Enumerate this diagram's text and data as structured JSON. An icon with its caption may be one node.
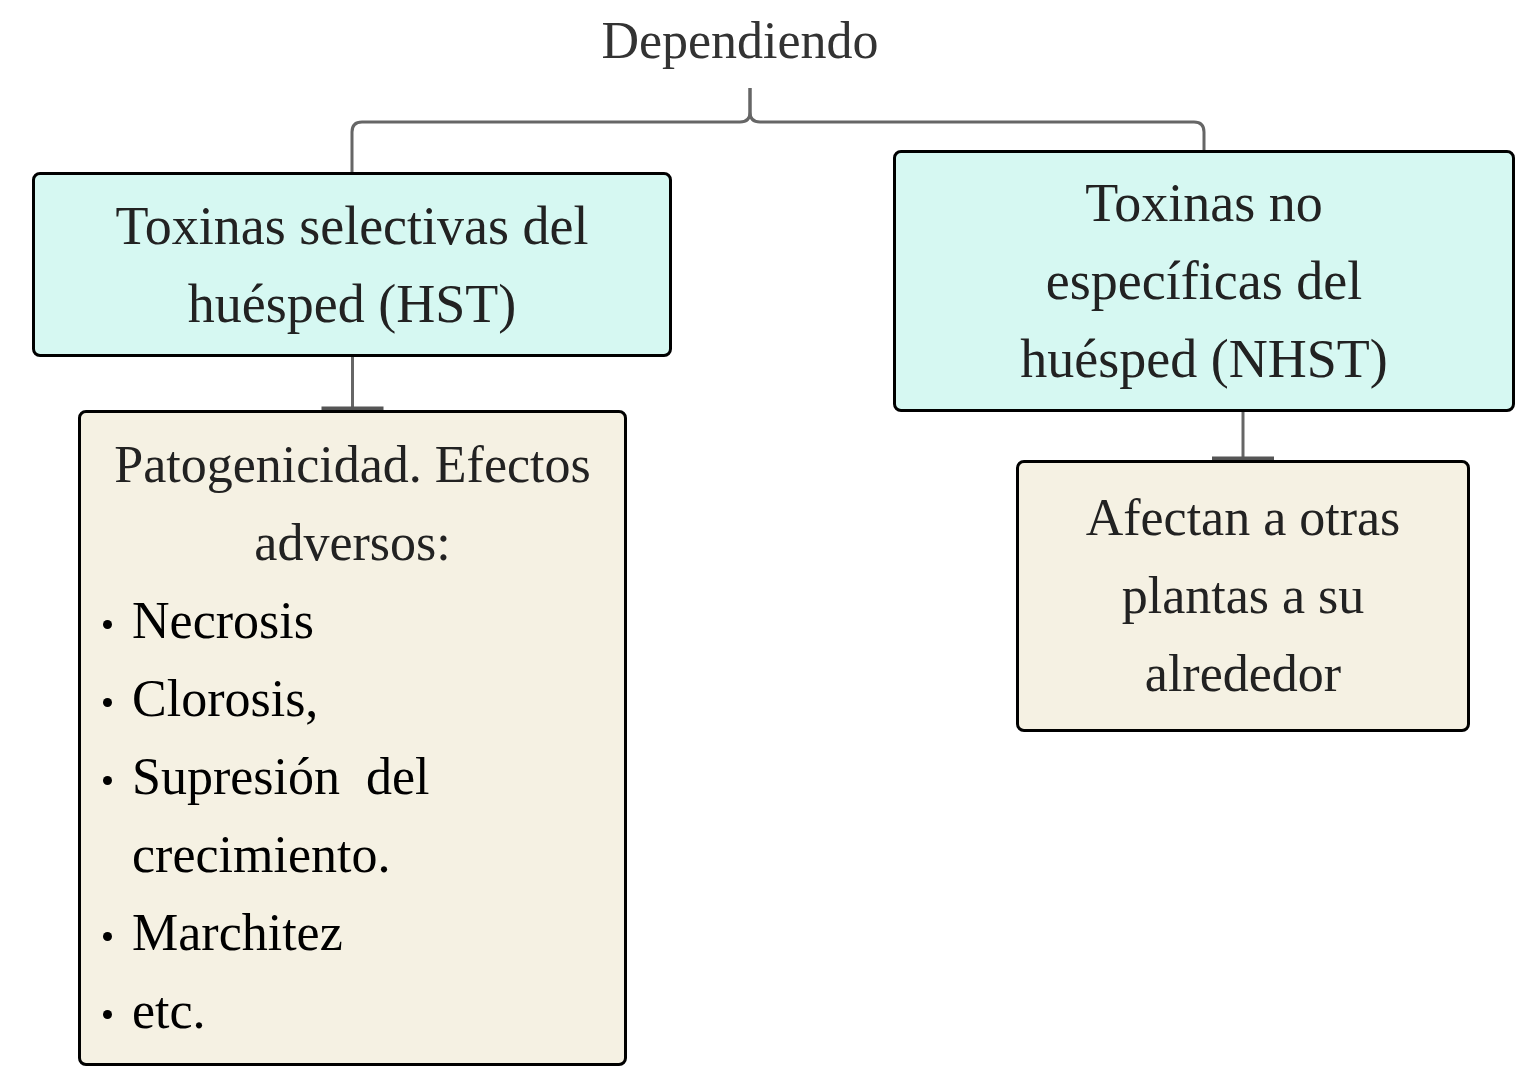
{
  "diagram": {
    "nodes": [
      {
        "text": [
          "Dependiendo"
        ]
      },
      {
        "text": [
          "Toxinas selectivas del huésped (HST)"
        ]
      },
      {
        "text": [
          "Patogenicidad. Efectos adversos:",
          "Necrosis",
          "Clorosis,",
          "Supresión  del crecimiento.",
          "Marchitez",
          "etc."
        ]
      },
      {
        "text": [
          "Toxinas no específicas del huésped (NHST)"
        ]
      },
      {
        "text": [
          "Afectan a otras plantas a su alrededor"
        ]
      }
    ],
    "edges": [
      {
        "from": 0,
        "to": 1,
        "arrow": "none"
      },
      {
        "from": 0,
        "to": 3,
        "arrow": "none"
      },
      {
        "from": 1,
        "to": 2,
        "arrow": "other"
      },
      {
        "from": 3,
        "to": 4,
        "arrow": "other"
      }
    ]
  }
}
